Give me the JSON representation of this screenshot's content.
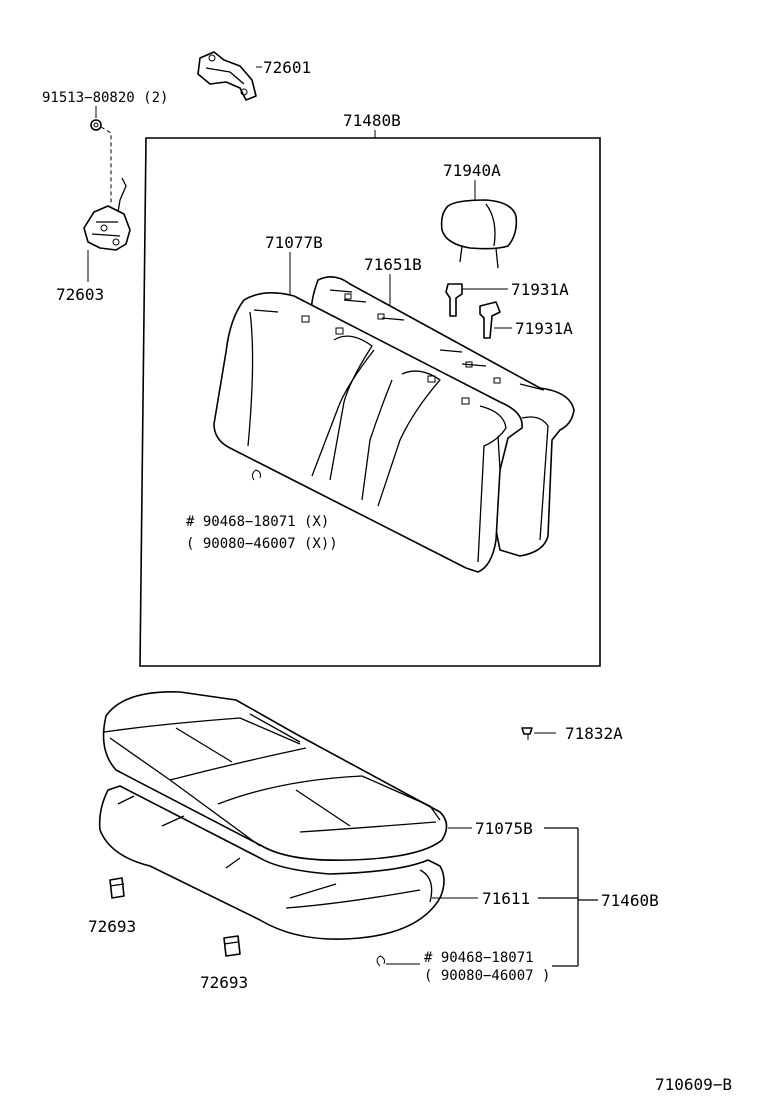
{
  "labels": {
    "p72601": "72601",
    "p91513": "91513−80820 (2)",
    "p72603": "72603",
    "p71480B": "71480B",
    "p71940A": "71940A",
    "p71077B": "71077B",
    "p71651B": "71651B",
    "p71931A_1": "71931A",
    "p71931A_2": "71931A",
    "p90468_x": "# 90468−18071 (X)",
    "p90080_x": "( 90080−46007 (X))",
    "p71832A": "71832A",
    "p71075B": "71075B",
    "p71611": "71611",
    "p71460B": "71460B",
    "p72693_1": "72693",
    "p72693_2": "72693",
    "p90468": "# 90468−18071",
    "p90080": "( 90080−46007 )",
    "diagram_id": "710609−B"
  },
  "icons": {
    "harness_bracket": "wire-harness-bracket-icon",
    "clip": "clip-icon",
    "lock_striker": "seat-back-lock-icon",
    "headrest": "headrest-icon",
    "headrest_support": "headrest-support-icon",
    "seatback": "rear-seatback-icon",
    "cushion": "rear-seat-cushion-icon",
    "hog_ring": "hog-ring-icon",
    "fastener": "fastener-icon",
    "seat_pad": "seat-pad-icon"
  }
}
